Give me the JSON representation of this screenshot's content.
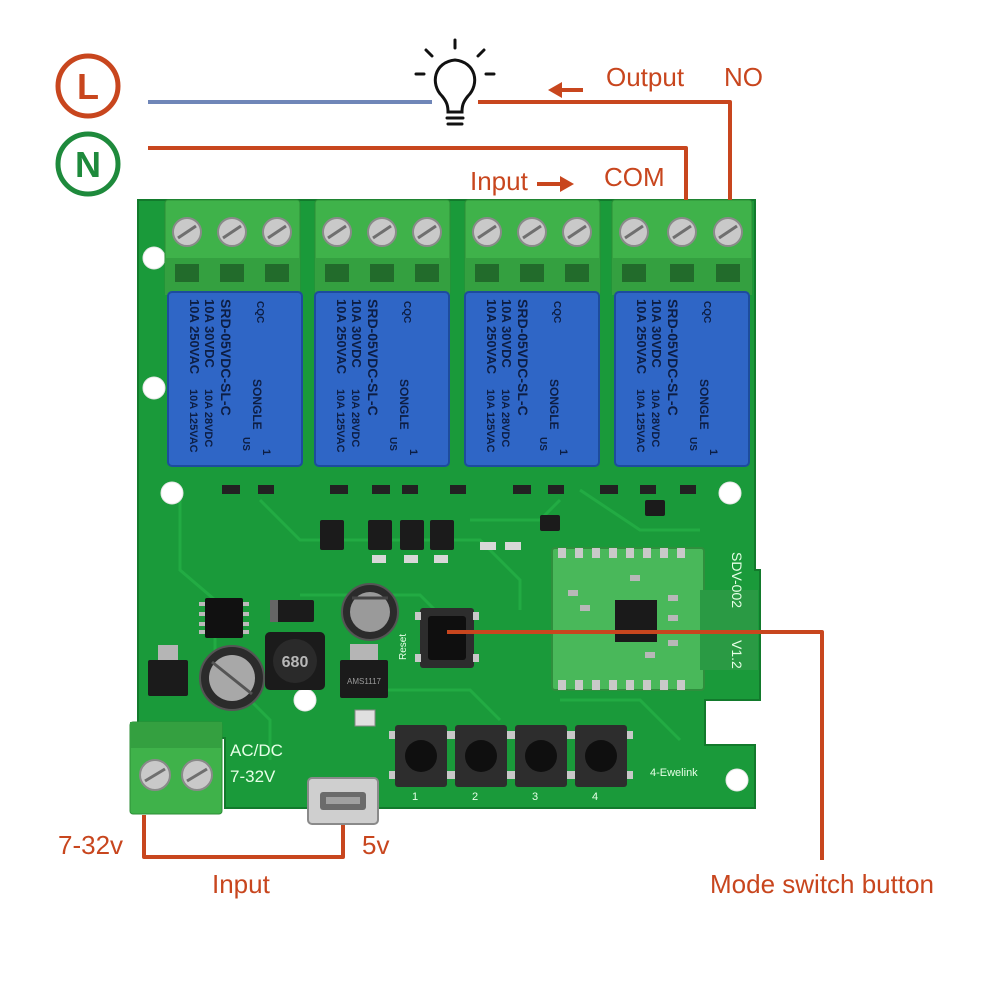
{
  "colors": {
    "wire_orange": "#c8461e",
    "wire_blue": "#6f86b8",
    "label_orange": "#c8461e",
    "label_green": "#1e8a3c",
    "pcb_green": "#1a9a3a",
    "terminal_green": "#3fb24a",
    "relay_blue": "#2f66c6"
  },
  "legend": {
    "live_letter": "L",
    "neutral_letter": "N"
  },
  "labels": {
    "output": "Output",
    "no": "NO",
    "input_top": "Input",
    "com": "COM",
    "voltage_left": "7-32v",
    "voltage_usb": "5v",
    "input_bottom": "Input",
    "mode_switch": "Mode switch button"
  },
  "board": {
    "ac_dc": "AC/DC",
    "range": "7-32V",
    "reset": "Reset",
    "module_id": "SDV-002",
    "module_ver": "V1.2",
    "ewelink": "4-Ewelink",
    "inductor": "680",
    "ic": "AMS1117",
    "buttons": [
      "1",
      "2",
      "3",
      "4"
    ]
  },
  "relays": [
    {
      "line1": "10A 250VAC",
      "line2": "10A 30VDC",
      "line3": "SRD-05VDC-SL-C",
      "rating2": "10A 125VAC",
      "rating3": "10A 28VDC",
      "brand": "SONGLE",
      "cqc": "CQC",
      "us": "US",
      "one": "1"
    },
    {
      "line1": "10A 250VAC",
      "line2": "10A 30VDC",
      "line3": "SRD-05VDC-SL-C",
      "rating2": "10A 125VAC",
      "rating3": "10A 28VDC",
      "brand": "SONGLE",
      "cqc": "CQC",
      "us": "US",
      "one": "1"
    },
    {
      "line1": "10A 250VAC",
      "line2": "10A 30VDC",
      "line3": "SRD-05VDC-SL-C",
      "rating2": "10A 125VAC",
      "rating3": "10A 28VDC",
      "brand": "SONGLE",
      "cqc": "CQC",
      "us": "US",
      "one": "1"
    },
    {
      "line1": "10A 250VAC",
      "line2": "10A 30VDC",
      "line3": "SRD-05VDC-SL-C",
      "rating2": "10A 125VAC",
      "rating3": "10A 28VDC",
      "brand": "SONGLE",
      "cqc": "CQC",
      "us": "US",
      "one": "1"
    }
  ]
}
